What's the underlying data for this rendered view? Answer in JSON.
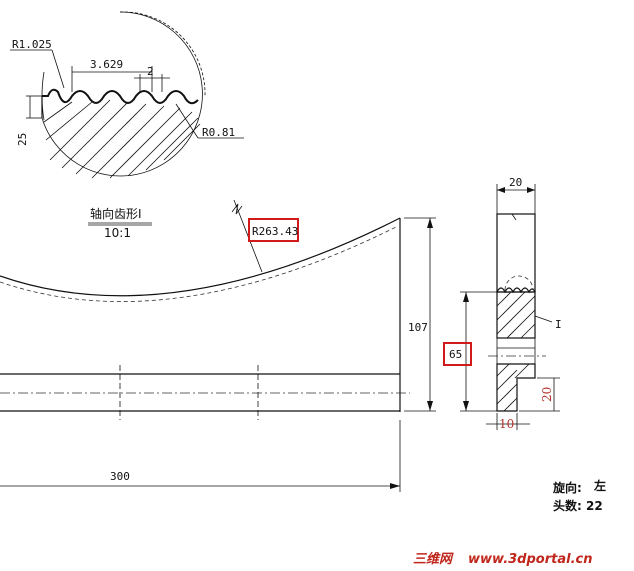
{
  "detail": {
    "radius_top": "R1.025",
    "pitch": "3.629",
    "width": "2",
    "height": "25",
    "radius_bottom": "R0.81"
  },
  "section_title": {
    "name": "轴向齿形I",
    "scale": "10:1"
  },
  "main_view": {
    "arc_radius": "R263.43",
    "length": "300",
    "height": "107"
  },
  "side_view": {
    "top_width": "20",
    "bore_height": "65",
    "hub_height": "20",
    "hub_width": "10",
    "detail_ref": "I"
  },
  "info": {
    "direction_label": "旋向:",
    "direction_value": "左",
    "starts_label": "头数:",
    "starts_value": "22"
  },
  "watermark": {
    "site_name": "三维网",
    "site_url": "www.3dportal.cn"
  },
  "colors": {
    "highlight": "#d11a1a",
    "dimension_red": "#b5332a",
    "watermark": "#c0261b"
  }
}
